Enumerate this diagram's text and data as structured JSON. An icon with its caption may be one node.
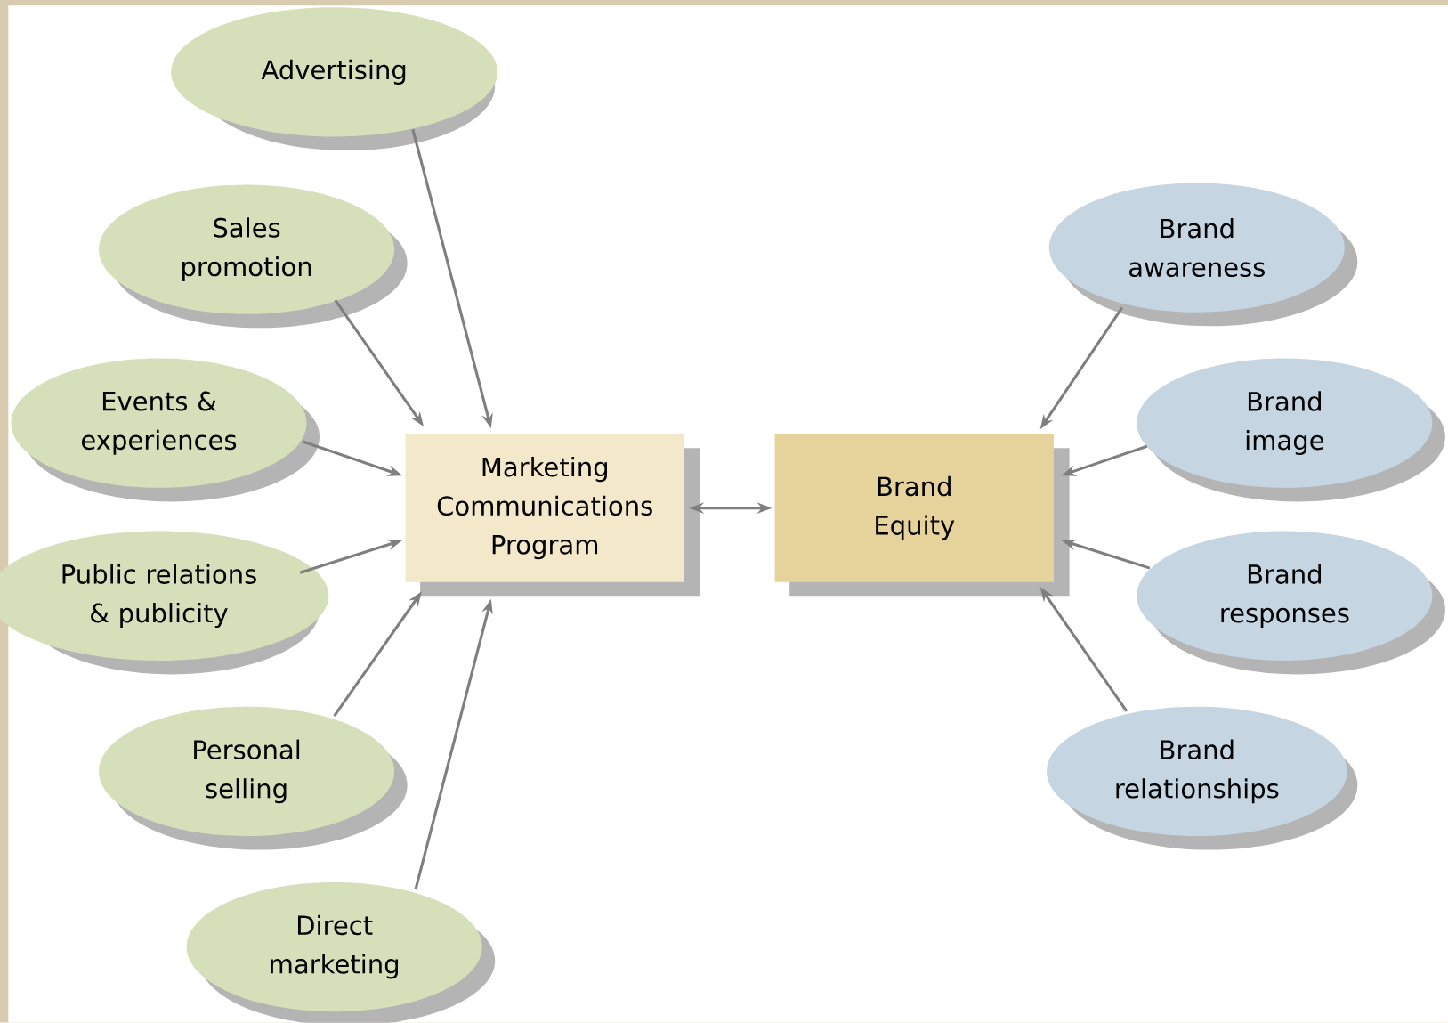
{
  "diagram": {
    "nodes": [
      {
        "text": [
          "Advertising"
        ]
      },
      {
        "text": [
          "Sales promotion"
        ]
      },
      {
        "text": [
          "Events & experiences"
        ]
      },
      {
        "text": [
          "Public relations & publicity"
        ]
      },
      {
        "text": [
          "Personal selling"
        ]
      },
      {
        "text": [
          "Direct marketing"
        ]
      },
      {
        "text": [
          "Marketing Communications Program"
        ]
      },
      {
        "text": [
          "Brand Equity"
        ]
      },
      {
        "text": [
          "Brand awareness"
        ]
      },
      {
        "text": [
          "Brand image"
        ]
      },
      {
        "text": [
          "Brand responses"
        ]
      },
      {
        "text": [
          "Brand relationships"
        ]
      }
    ],
    "edges": [
      {
        "from": 0,
        "to": 6,
        "arrow": "to"
      },
      {
        "from": 1,
        "to": 6,
        "arrow": "to"
      },
      {
        "from": 2,
        "to": 6,
        "arrow": "to"
      },
      {
        "from": 3,
        "to": 6,
        "arrow": "to"
      },
      {
        "from": 4,
        "to": 6,
        "arrow": "to"
      },
      {
        "from": 5,
        "to": 6,
        "arrow": "to"
      },
      {
        "from": 6,
        "to": 7,
        "arrow": "both"
      },
      {
        "from": 8,
        "to": 7,
        "arrow": "to"
      },
      {
        "from": 9,
        "to": 7,
        "arrow": "to"
      },
      {
        "from": 10,
        "to": 7,
        "arrow": "to"
      },
      {
        "from": 11,
        "to": 7,
        "arrow": "to"
      }
    ]
  }
}
